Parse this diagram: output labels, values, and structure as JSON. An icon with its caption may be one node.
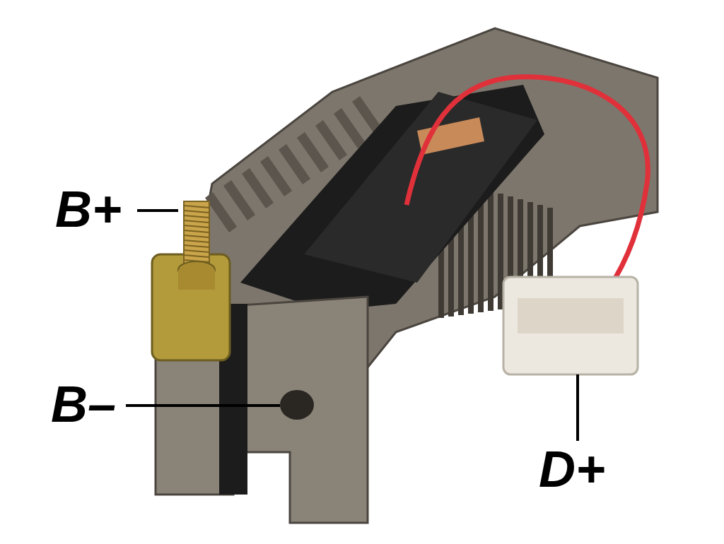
{
  "diagram": {
    "nodes": [
      {
        "text": [
          "B+"
        ]
      },
      {
        "text": [],
        "shape": "picture"
      },
      {
        "text": [
          "B–"
        ]
      },
      {
        "text": [],
        "shape": "circle"
      },
      {
        "text": [
          "D+"
        ]
      },
      {
        "text": [],
        "shape": "picture"
      }
    ],
    "edges": [
      {
        "from": 0,
        "to": 1,
        "arrow": "none"
      },
      {
        "from": 2,
        "to": 3,
        "arrow": "none"
      },
      {
        "from": 4,
        "to": 5,
        "arrow": "none"
      }
    ]
  }
}
